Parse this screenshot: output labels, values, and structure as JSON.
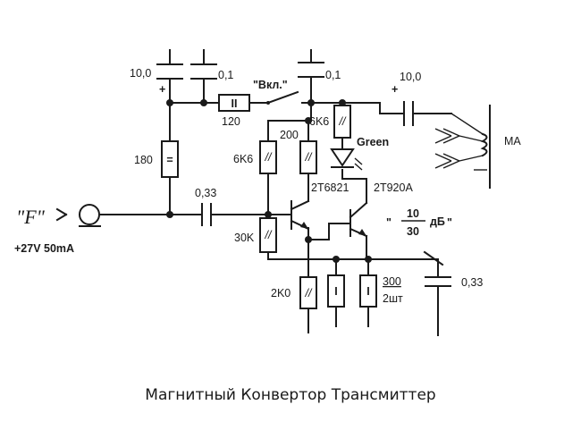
{
  "title": "Магнитный Конвертор Трансмиттер",
  "input": {
    "label": "\"F\"",
    "power_note": "+27V 50mA",
    "power_color": "#d42020"
  },
  "capacitors": {
    "c1": "10,0",
    "c1_plus": "+",
    "c2": "0,1",
    "c3": "0,1",
    "c4": "10,0",
    "c4_plus": "+",
    "c_coupling": "0,33",
    "c_out": "0,33"
  },
  "resistors": {
    "r_series": "120",
    "r_base_top": "180",
    "r_collector_a": "6K6",
    "r_collector_b": "200",
    "r_led": "6K6",
    "r_bias": "30K",
    "r_emitter": "2K0",
    "r_emitter_pair": "300",
    "r_emitter_pair_qty": "2шт",
    "mark_double": "//",
    "mark_single": "I",
    "mark_eq": "=",
    "mark_ii": "II"
  },
  "switch_label": "\"Вкл.\"",
  "led": {
    "label": "Green",
    "color": "#1f8a1f"
  },
  "transistors": {
    "q1": "2T6821",
    "q2": "2T920A"
  },
  "gain": {
    "numerator": "10",
    "denominator": "30",
    "unit": "дБ",
    "left_mark": "\"",
    "right_mark": "\""
  },
  "coil_label": "MA"
}
